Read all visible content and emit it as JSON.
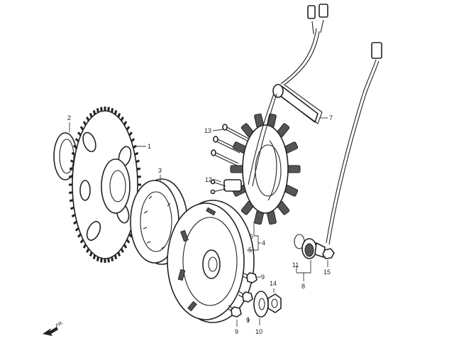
{
  "callouts": {
    "c1": "1",
    "c2": "2",
    "c3": "3",
    "c4": "4",
    "c5": "5",
    "c6": "6",
    "c7": "7",
    "c8": "8",
    "c9a": "9",
    "c9b": "9",
    "c9c": "9",
    "c10": "10",
    "c11": "11",
    "c12": "12",
    "c13": "13",
    "c14": "14",
    "c15": "15"
  },
  "front_indicator": "FR.",
  "colors": {
    "line": "#222222",
    "background": "#ffffff",
    "shade": "#555555"
  }
}
